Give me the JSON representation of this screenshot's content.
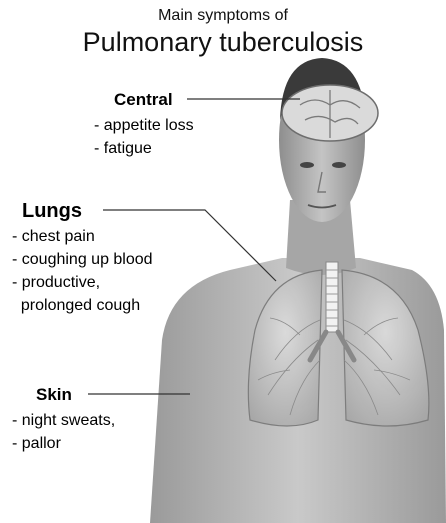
{
  "header": {
    "subtitle": "Main symptoms of",
    "title": "Pulmonary tuberculosis"
  },
  "groups": [
    {
      "id": "central",
      "name": "Central",
      "items": [
        "- appetite loss",
        "- fatigue"
      ]
    },
    {
      "id": "lungs",
      "name": "Lungs",
      "items": [
        "- chest pain",
        "- coughing up blood",
        "- productive,",
        "  prolonged cough"
      ]
    },
    {
      "id": "skin",
      "name": "Skin",
      "items": [
        "- night sweats,",
        "- pallor"
      ]
    }
  ],
  "illustration": {
    "skin_tone": "#b8b8b8",
    "lung_tone": "#d2d2d2",
    "leader_line_color": "#333333"
  }
}
